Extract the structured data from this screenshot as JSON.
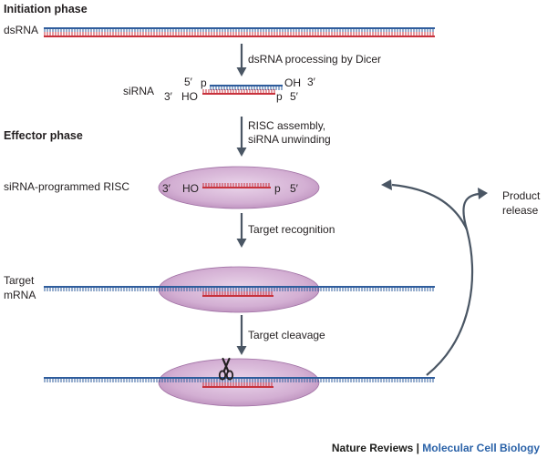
{
  "phases": {
    "initiation": "Initiation phase",
    "effector": "Effector phase"
  },
  "labels": {
    "dsrna": "dsRNA",
    "sirna": "siRNA",
    "sirna_programmed_risc": "siRNA-programmed RISC",
    "target_line1": "Target",
    "target_line2": "mRNA",
    "product_line1": "Product",
    "product_line2": "release"
  },
  "steps": {
    "dicer": "dsRNA processing by Dicer",
    "risc_line1": "RISC assembly,",
    "risc_line2": "siRNA unwinding",
    "recognition": "Target recognition",
    "cleavage": "Target cleavage"
  },
  "ends": {
    "five_prime": "5′",
    "three_prime": "3′",
    "p": "p",
    "oh": "OH",
    "ho": "HO"
  },
  "footer": {
    "journal": "Nature Reviews",
    "separator": "|",
    "subtitle": "Molecular Cell Biology"
  },
  "colors": {
    "blue_strand": "#2f5d9c",
    "red_strand": "#c8323c",
    "risc_fill": "#c9a2c9",
    "risc_stroke": "#a070a4",
    "arrow": "#4a5664",
    "text": "#231f20",
    "footer_accent": "#2a62a8"
  }
}
